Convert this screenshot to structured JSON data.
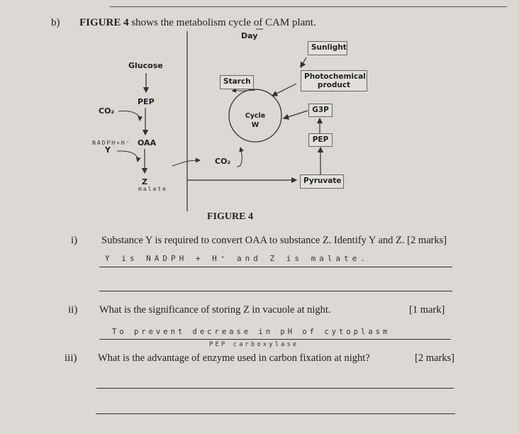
{
  "header": {
    "part_label": "b)",
    "intro_bold": "FIGURE 4",
    "intro_rest": "shows the metabolism cycle of CAM plant."
  },
  "diagram": {
    "night": {
      "glucose": "Glucose",
      "pep": "PEP",
      "co2": "CO₂",
      "oaa": "OAA",
      "y": "Y",
      "y_handwritten": "NADPH+H⁺",
      "z": "Z",
      "z_handwritten": "malate"
    },
    "day": {
      "title": "Day",
      "sunlight": "Sunlight",
      "photochemical_line1": "Photochemical",
      "photochemical_line2": "product",
      "starch": "Starch",
      "cycle_line1": "Cycle",
      "cycle_line2": "W",
      "g3p": "G3P",
      "pep": "PEP",
      "co2": "CO₂",
      "pyruvate": "Pyruvate"
    },
    "caption": "FIGURE 4"
  },
  "questions": [
    {
      "number": "i)",
      "text": "Substance Y is required to convert OAA to substance Z. Identify Y and Z. [2 marks]",
      "answer_lines": [
        "Y is NADPH + H⁺  and  Z is malate.",
        ""
      ]
    },
    {
      "number": "ii)",
      "text": "What is the significance of storing Z in vacuole at night.",
      "marks": "[1 mark]",
      "answer_lines": [
        "To prevent decrease in pH of cytoplasm"
      ],
      "below_line_note": "PEP carboxylase"
    },
    {
      "number": "iii)",
      "text": "What is the advantage of enzyme used in carbon fixation at night?",
      "marks": "[2 marks]",
      "answer_lines": [
        "",
        ""
      ]
    }
  ]
}
